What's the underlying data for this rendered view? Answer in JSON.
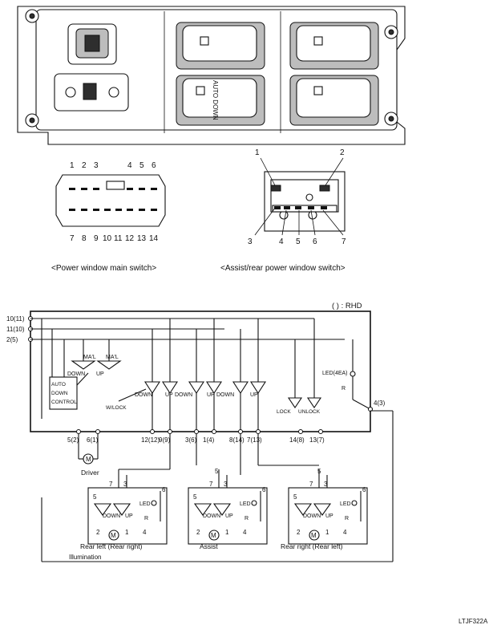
{
  "connectors": {
    "main_switch_title": "<Power window main switch>",
    "assist_switch_title": "<Assist/rear power window switch>",
    "main_pins_top": [
      "1",
      "2",
      "3",
      "4",
      "5",
      "6"
    ],
    "main_pins_bottom": [
      "7",
      "8",
      "9",
      "10",
      "11",
      "12",
      "13",
      "14"
    ],
    "assist_pins_top": [
      "1",
      "2"
    ],
    "assist_pins_bottom": [
      "3",
      "4",
      "5",
      "6",
      "7"
    ]
  },
  "switch_labels": {
    "auto_down": "AUTO DOWN"
  },
  "schematic": {
    "rhd_note": "( ) : RHD",
    "left_terminals": [
      "10(11)",
      "11(10)",
      "2(5)"
    ],
    "right_terminal": "4(3)",
    "bottom_terminals": [
      "5(2)",
      "6(1)",
      "12(12)",
      "9(9)",
      "3(6)",
      "1(4)",
      "8(14)",
      "7(13)",
      "14(8)",
      "13(7)"
    ],
    "manual_labels": [
      "MA'L",
      "MA'L"
    ],
    "manual_dirs": [
      "DOWN",
      "UP"
    ],
    "auto_block": [
      "AUTO",
      "DOWN",
      "CONTROL"
    ],
    "wlock": "W/LOCK",
    "switch_dirs": [
      "DOWN",
      "UP",
      "DOWN",
      "UP",
      "DOWN",
      "UP"
    ],
    "lock": "LOCK",
    "unlock": "UNLOCK",
    "led": "LED(4EA)",
    "resistor": "R",
    "motor_symbol": "M",
    "driver": "Driver",
    "sub_switch": {
      "pins": [
        "7",
        "3",
        "5",
        "6",
        "2",
        "1",
        "4"
      ],
      "down": "DOWN",
      "up": "UP",
      "led": "LED",
      "r": "R"
    },
    "sub_switch_names": [
      "Rear left (Rear right)",
      "Assist",
      "Rear right (Rear left)"
    ],
    "illumination": "Illumination"
  },
  "code": "LTJF322A"
}
